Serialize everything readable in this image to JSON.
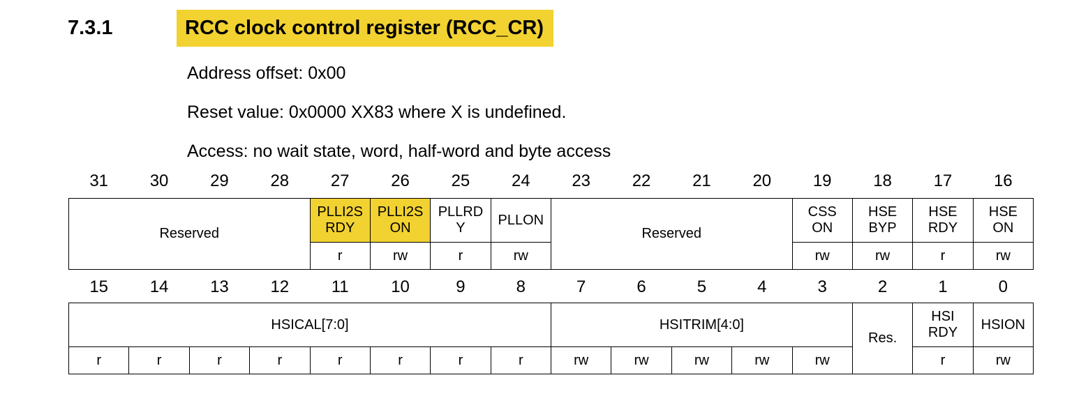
{
  "section": {
    "number": "7.3.1",
    "title": "RCC clock control register (RCC_CR)"
  },
  "description": {
    "address_offset": "Address offset: 0x00",
    "reset_value": "Reset value: 0x0000 XX83 where X is undefined.",
    "access": "Access: no wait state, word, half-word and byte access"
  },
  "register": {
    "highlight_color": "#F2D230",
    "high_word": {
      "bits": [
        "31",
        "30",
        "29",
        "28",
        "27",
        "26",
        "25",
        "24",
        "23",
        "22",
        "21",
        "20",
        "19",
        "18",
        "17",
        "16"
      ],
      "fields": [
        {
          "label": "Reserved",
          "bits": "31:28"
        },
        {
          "label": "PLLI2S\nRDY",
          "bits": "27",
          "highlighted": true
        },
        {
          "label": "PLLI2S\nON",
          "bits": "26",
          "highlighted": true
        },
        {
          "label": "PLLRD\nY",
          "bits": "25"
        },
        {
          "label": "PLLON",
          "bits": "24"
        },
        {
          "label": "Reserved",
          "bits": "23:20"
        },
        {
          "label": "CSS\nON",
          "bits": "19"
        },
        {
          "label": "HSE\nBYP",
          "bits": "18"
        },
        {
          "label": "HSE\nRDY",
          "bits": "17"
        },
        {
          "label": "HSE\nON",
          "bits": "16"
        }
      ],
      "access": [
        "r",
        "rw",
        "r",
        "rw",
        "rw",
        "rw",
        "r",
        "rw"
      ]
    },
    "low_word": {
      "bits": [
        "15",
        "14",
        "13",
        "12",
        "11",
        "10",
        "9",
        "8",
        "7",
        "6",
        "5",
        "4",
        "3",
        "2",
        "1",
        "0"
      ],
      "fields": [
        {
          "label": "HSICAL[7:0]",
          "bits": "15:8"
        },
        {
          "label": "HSITRIM[4:0]",
          "bits": "7:3"
        },
        {
          "label": "Res.",
          "bits": "2"
        },
        {
          "label": "HSI\nRDY",
          "bits": "1"
        },
        {
          "label": "HSION",
          "bits": "0"
        }
      ],
      "access": [
        "r",
        "r",
        "r",
        "r",
        "r",
        "r",
        "r",
        "r",
        "rw",
        "rw",
        "rw",
        "rw",
        "rw",
        "r",
        "rw"
      ]
    }
  }
}
